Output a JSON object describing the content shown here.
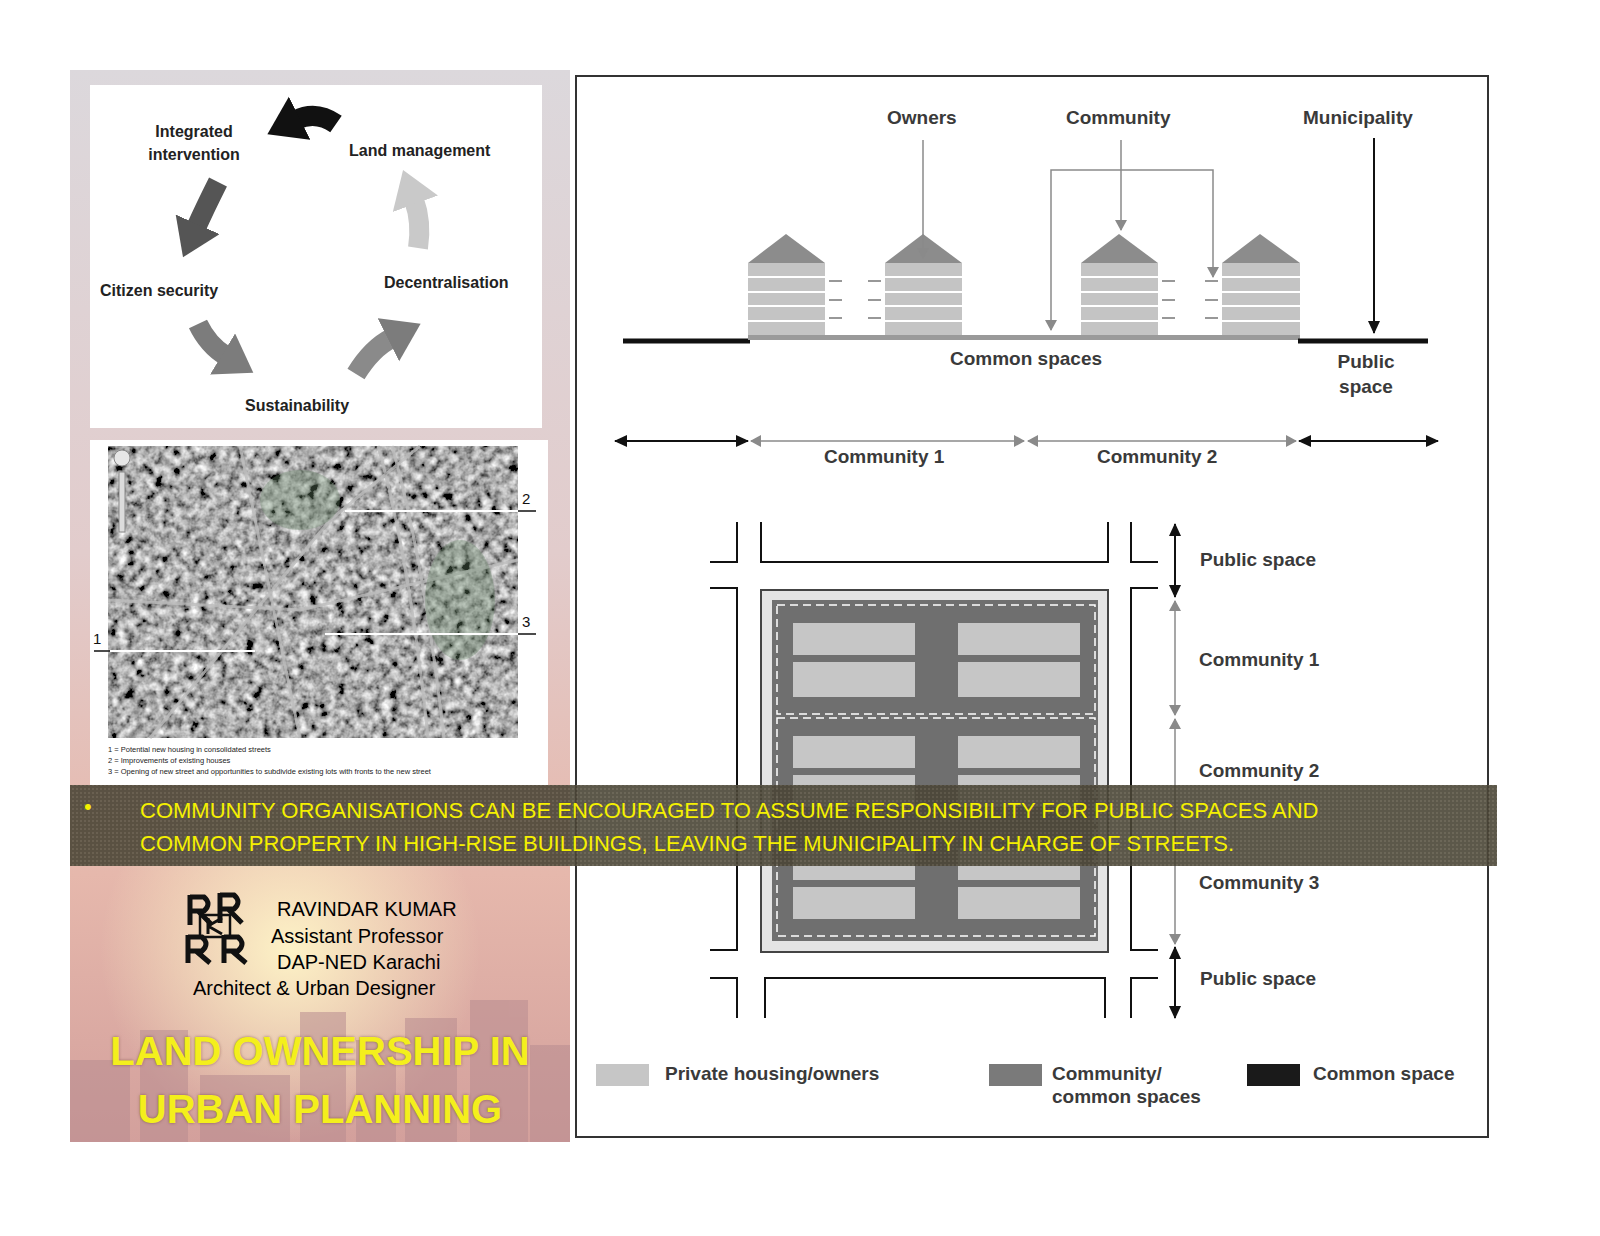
{
  "diagram": {
    "title": "LAND OWNERSHIP IN URBAN PLANNING",
    "labels": [
      "Integrated intervention",
      "Land management",
      "Decentralisation",
      "Sustainability",
      "Citizen security",
      "1",
      "2",
      "3",
      "1 = Potential new housing in consolidated streets",
      "2 = Improvements of existing houses",
      "3 = Opening of new street and opportunities to subdivide existing lots with fronts to the new street",
      "•",
      "COMMUNITY ORGANISATIONS CAN BE ENCOURAGED TO ASSUME RESPONSIBILITY FOR PUBLIC SPACES AND COMMON PROPERTY IN HIGH-RISE BUILDINGS, LEAVING THE MUNICIPALITY IN CHARGE OF STREETS.",
      "RAVINDAR KUMAR",
      "Assistant Professor",
      "DAP-NED Karachi",
      "Architect & Urban Designer",
      "Owners",
      "Community",
      "Municipality",
      "Common spaces",
      "Public space",
      "Community 1",
      "Community 2",
      "Public space",
      "Community 1",
      "Community 2",
      "Community 3",
      "Public space"
    ],
    "legend": [
      {
        "text": "Private housing/owners",
        "color": "#c6c6c6"
      },
      {
        "text": "Community/ common spaces",
        "color": "#7a7a7a"
      },
      {
        "text": "Common space",
        "color": "#1a1a1a"
      }
    ]
  }
}
